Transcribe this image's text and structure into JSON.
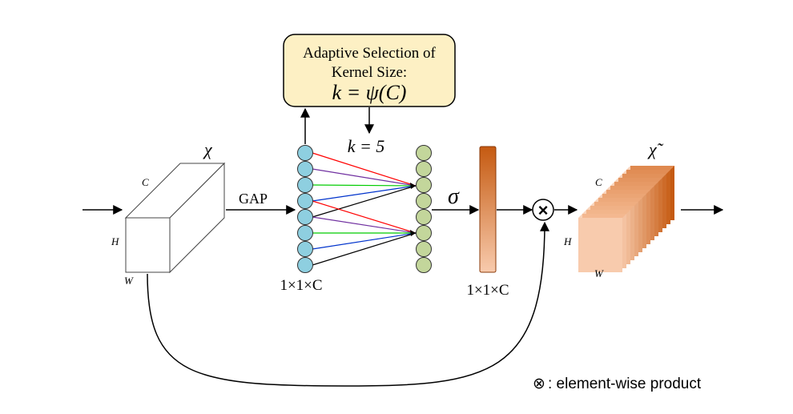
{
  "selection_box": {
    "line1": "Adaptive Selection of",
    "line2": "Kernel Size:",
    "formula": "k = ψ(C)"
  },
  "kernel_label": "k = 5",
  "input_tensor": {
    "symbol": "χ",
    "c_label": "C",
    "h_label": "H",
    "w_label": "W"
  },
  "gap_label": "GAP",
  "gap_vector_label": "1×1×C",
  "sigma_label": "σ",
  "weight_vector_label": "1×1×C",
  "output_tensor": {
    "symbol": "χ̃",
    "c_label": "C",
    "h_label": "H",
    "w_label": "W"
  },
  "multiply_symbol": "×",
  "legend": {
    "symbol": "⊗",
    "text": ": element-wise product"
  },
  "colors": {
    "node_blue": "#8ecfe0",
    "node_green": "#c3d69b",
    "box_fill": "#fdf0c4",
    "bar_dark": "#c55a11",
    "bar_light": "#f8cbad",
    "edge_red": "#ff0000",
    "edge_purple": "#7030a0",
    "edge_green": "#00cc00",
    "edge_blue": "#0033cc",
    "edge_black": "#000000"
  }
}
